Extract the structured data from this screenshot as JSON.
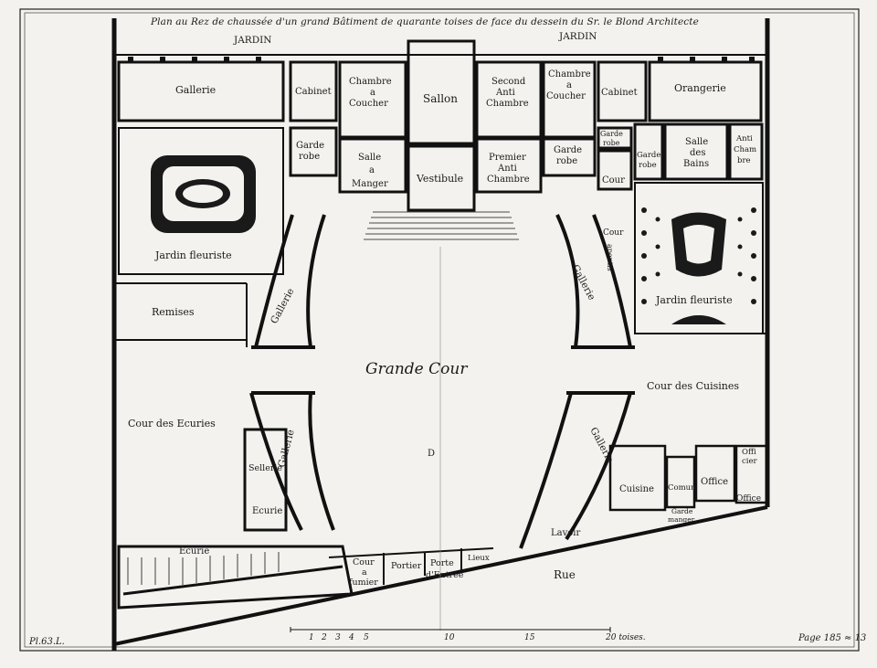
{
  "title": "Plan au Rez de chaussée d'un grand Bâtiment de quarante toises de face du dessein du Sr. le Blond Architecte",
  "plate_ref": "Pl.63.L.",
  "page_ref": "Page 185 ≈ 13",
  "labels": {
    "jardin_left": "JARDIN",
    "jardin_right": "JARDIN",
    "gallerie_top": "Gallerie",
    "cabinet_left": "Cabinet",
    "chambre_left_1": "Chambre",
    "chambre_left_2": "a",
    "chambre_left_3": "Coucher",
    "sallon": "Sallon",
    "second_anti_1": "Second",
    "second_anti_2": "Anti",
    "second_anti_3": "Chambre",
    "chambre_right_1": "Chambre",
    "chambre_right_2": "a",
    "chambre_right_3": "Coucher",
    "cabinet_right": "Cabinet",
    "orangerie": "Orangerie",
    "garde_robe_left_1": "Garde",
    "garde_robe_left_2": "robe",
    "salle_manger_1": "Salle",
    "salle_manger_2": "a",
    "salle_manger_3": "Manger",
    "vestibule": "Vestibule",
    "premier_anti_1": "Premier",
    "premier_anti_2": "Anti",
    "premier_anti_3": "Chambre",
    "garde_robe_mid_1": "Garde",
    "garde_robe_mid_2": "robe",
    "garde_robe_small_1": "Garde",
    "garde_robe_small_2": "robe",
    "garde_robe_bains_1": "Garde",
    "garde_robe_bains_2": "robe",
    "salle_bains_1": "Salle",
    "salle_bains_2": "des",
    "salle_bains_3": "Bains",
    "anti_chambre_1": "Anti",
    "anti_chambre_2": "Cham",
    "anti_chambre_3": "bre",
    "cour_small": "Cour",
    "jardin_fleuriste_left": "Jardin fleuriste",
    "jardin_fleuriste_right": "Jardin fleuriste",
    "cour_apentis_1": "Cour",
    "cour_apentis_2": "apentis",
    "remises": "Remises",
    "gallerie_left_upper": "Gallerie",
    "gallerie_right_upper": "Gallerie",
    "grande_cour": "Grande Cour",
    "cour_cuisines": "Cour des Cuisines",
    "cour_ecuries": "Cour des Ecuries",
    "gallerie_left_lower": "Gallerie",
    "gallerie_right_lower": "Gallerie",
    "point_d": "D",
    "sellerie": "Sellerie",
    "ecurie_small": "Ecurie",
    "ecurie_long": "Ecurie",
    "cuisine": "Cuisine",
    "comun": "Comun",
    "office": "Office",
    "office_right": "Office",
    "officier_1": "Offi",
    "officier_2": "cier",
    "garde_manger_1": "Garde",
    "garde_manger_2": "manger",
    "lavoir": "Lavoir",
    "cour_fumier_1": "Cour",
    "cour_fumier_2": "a",
    "cour_fumier_3": "fumier",
    "portier": "Portier",
    "porte_entree_1": "Porte",
    "porte_entree_2": "d'Entree",
    "lieux": "Lieux",
    "rue": "Rue"
  },
  "scale": {
    "ticks": [
      "1",
      "2",
      "3",
      "4",
      "5",
      "10",
      "15",
      "20 toises."
    ]
  },
  "colors": {
    "ink": "#1a1a1a",
    "paper": "#f4f2ee",
    "wall": "#111111"
  }
}
